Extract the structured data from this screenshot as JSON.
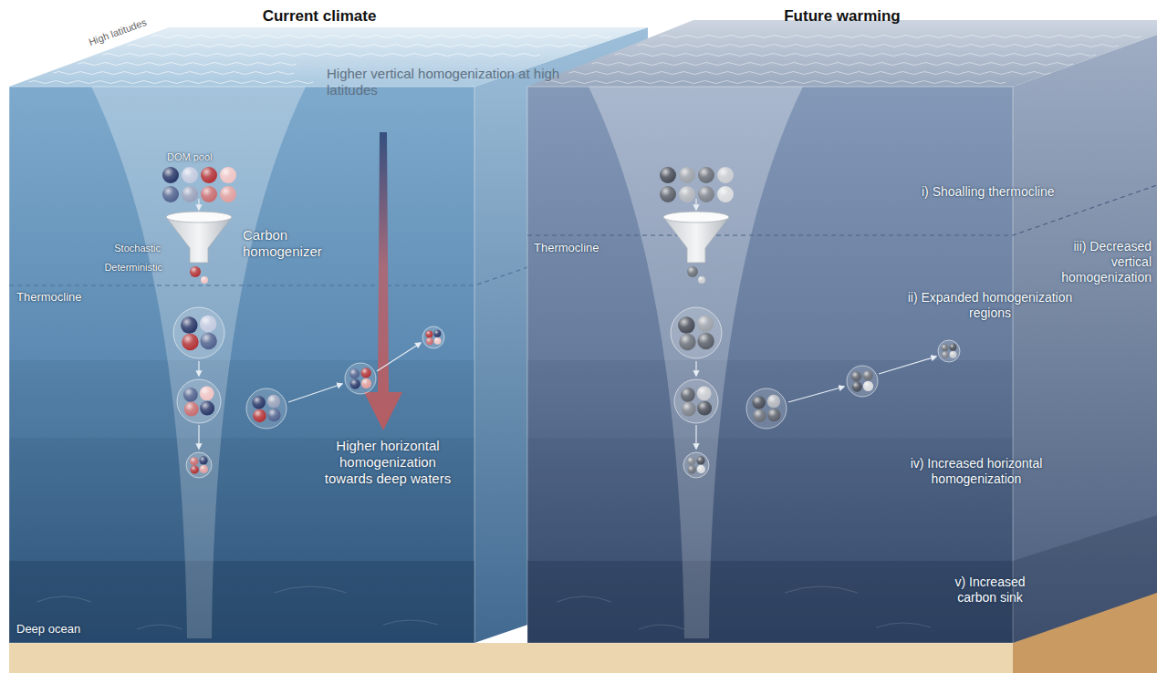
{
  "diagram": {
    "nodes": [
      {
        "text": [
          "Current climate"
        ]
      },
      {
        "text": [
          "Future warming"
        ]
      }
    ],
    "labels": [
      "High latitudes",
      "Higher vertical homogenization at high latitudes",
      "DOM pool",
      "Carbon homogenizer",
      "Stochastic",
      "Deterministic",
      "Thermocline",
      "Higher horizontal homogenization towards deep waters",
      "Deep ocean",
      "i) Shoalling thermocline",
      "Thermocline",
      "ii) Expanded homogenization regions",
      "iii) Decreased vertical homogenization",
      "iv) Increased horizontal homogenization",
      "v) Increased carbon sink"
    ]
  }
}
